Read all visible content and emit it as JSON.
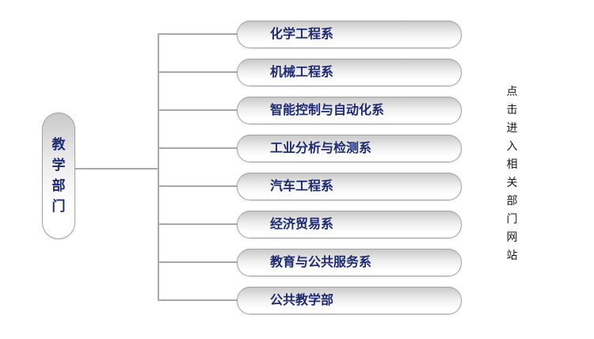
{
  "root": {
    "label": "教学部门"
  },
  "departments": [
    {
      "label": "化学工程系"
    },
    {
      "label": "机械工程系"
    },
    {
      "label": "智能控制与自动化系"
    },
    {
      "label": "工业分析与检测系"
    },
    {
      "label": "汽车工程系"
    },
    {
      "label": "经济贸易系"
    },
    {
      "label": "教育与公共服务系"
    },
    {
      "label": "公共教学部"
    }
  ],
  "hint": {
    "text": "点击进入相关部门网站"
  },
  "colors": {
    "background": "#ffffff",
    "node_text": "#1e2a72",
    "hint_text": "#1a1a1a",
    "connector": "#a9a9a9",
    "node_border": "#a3a3a3",
    "node_fill_top": "#c9c9c9",
    "node_fill_bottom": "#ffffff"
  }
}
